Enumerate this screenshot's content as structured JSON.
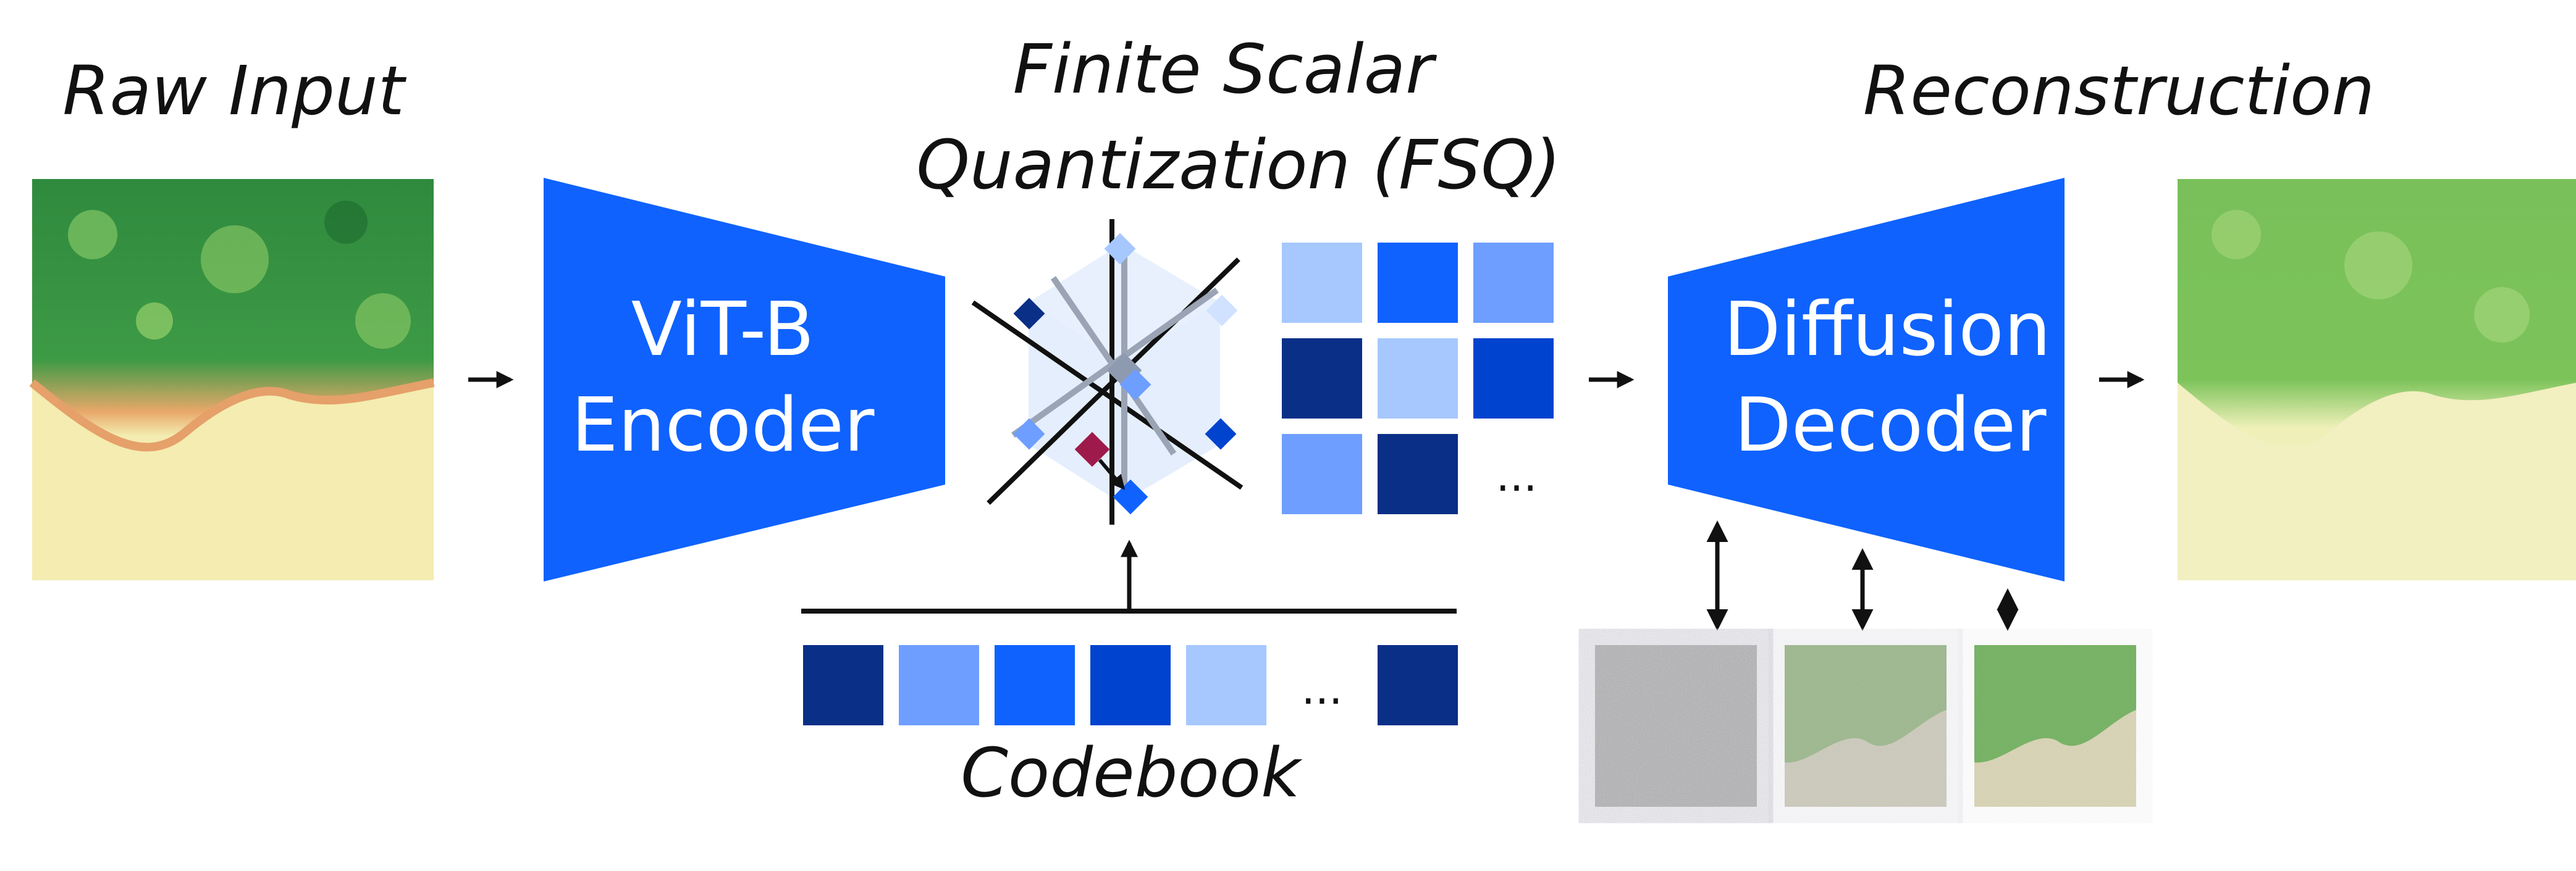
{
  "labels": {
    "raw_input": "Raw Input",
    "fsq_line1": "Finite Scalar",
    "fsq_line2": "Quantization (FSQ)",
    "reconstruction": "Reconstruction",
    "codebook": "Codebook"
  },
  "encoder": {
    "line1": "ViT-B",
    "line2": "Encoder"
  },
  "decoder": {
    "line1": "Diffusion",
    "line2": "Decoder"
  },
  "ellipsis": "...",
  "colors": {
    "navy": "#0a2f87",
    "dark_blue": "#0043ce",
    "blue": "#0f62fe",
    "light_blue": "#6e9eff",
    "pale_blue": "#a6c8ff",
    "block_blue": "#0f62fe",
    "accent_red": "#9e1a4a",
    "green_dark": "#2f8a3e",
    "green_light": "#7cc35a",
    "sand": "#f4ecb0"
  },
  "token_grid": [
    [
      "pale_blue",
      "blue",
      "light_blue"
    ],
    [
      "navy",
      "pale_blue",
      "dark_blue"
    ],
    [
      "light_blue",
      "navy",
      null
    ]
  ],
  "codebook_entries": [
    "navy",
    "light_blue",
    "blue",
    "dark_blue",
    "pale_blue",
    null,
    "navy"
  ],
  "icons": {
    "arrow": "arrow-right-icon",
    "bidirectional": "double-arrow-icon",
    "cube": "quantization-cube-icon"
  }
}
